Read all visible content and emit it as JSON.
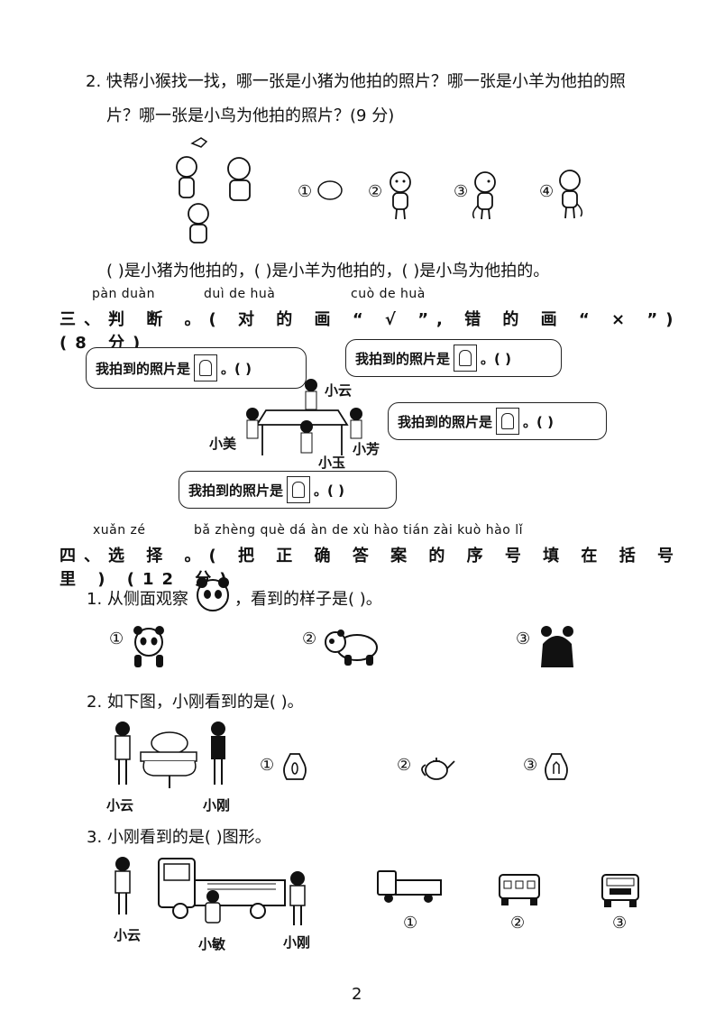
{
  "q2": {
    "line1": "2. 快帮小猴找一找，哪一张是小猪为他拍的照片？哪一张是小羊为他拍的照",
    "line2": "片？哪一张是小鸟为他拍的照片？(9 分)",
    "options": [
      "①",
      "②",
      "③",
      "④"
    ],
    "answer_line": "(      )是小猪为他拍的，(      )是小羊为他拍的，(      )是小鸟为他拍的。"
  },
  "section3": {
    "pinyin1": "pàn duàn",
    "pinyin2": "duì de huà",
    "pinyin3": "cuò de huà",
    "title": "三、判 断 。( 对 的 画 “ √ ”, 错 的 画 “ × ”) (8 分)",
    "bubble_text": "我拍到的照片是",
    "bubble_paren": "。(      )",
    "names": [
      "小云",
      "小美",
      "小芳",
      "小玉"
    ]
  },
  "section4": {
    "pinyin_a": "xuǎn zé",
    "pinyin_b": "bǎ zhèng què dá àn de xù hào tián zài kuò hào lǐ",
    "title": "四、选 择 。( 把  正  确 答 案 的 序 号 填 在 括 号 里 ) (12 分)",
    "q1_prefix": "1. 从侧面观察",
    "q1_suffix": "，看到的样子是(      )。",
    "q1_options": [
      "①",
      "②",
      "③"
    ],
    "q2_text": "2. 如下图，小刚看到的是(      )。",
    "q2_options": [
      "①",
      "②",
      "③"
    ],
    "q2_names": [
      "小云",
      "小刚"
    ],
    "q3_text": "3. 小刚看到的是(      )图形。",
    "q3_options": [
      "①",
      "②",
      "③"
    ],
    "q3_names": [
      "小云",
      "小敏",
      "小刚"
    ]
  },
  "page_number": "2"
}
